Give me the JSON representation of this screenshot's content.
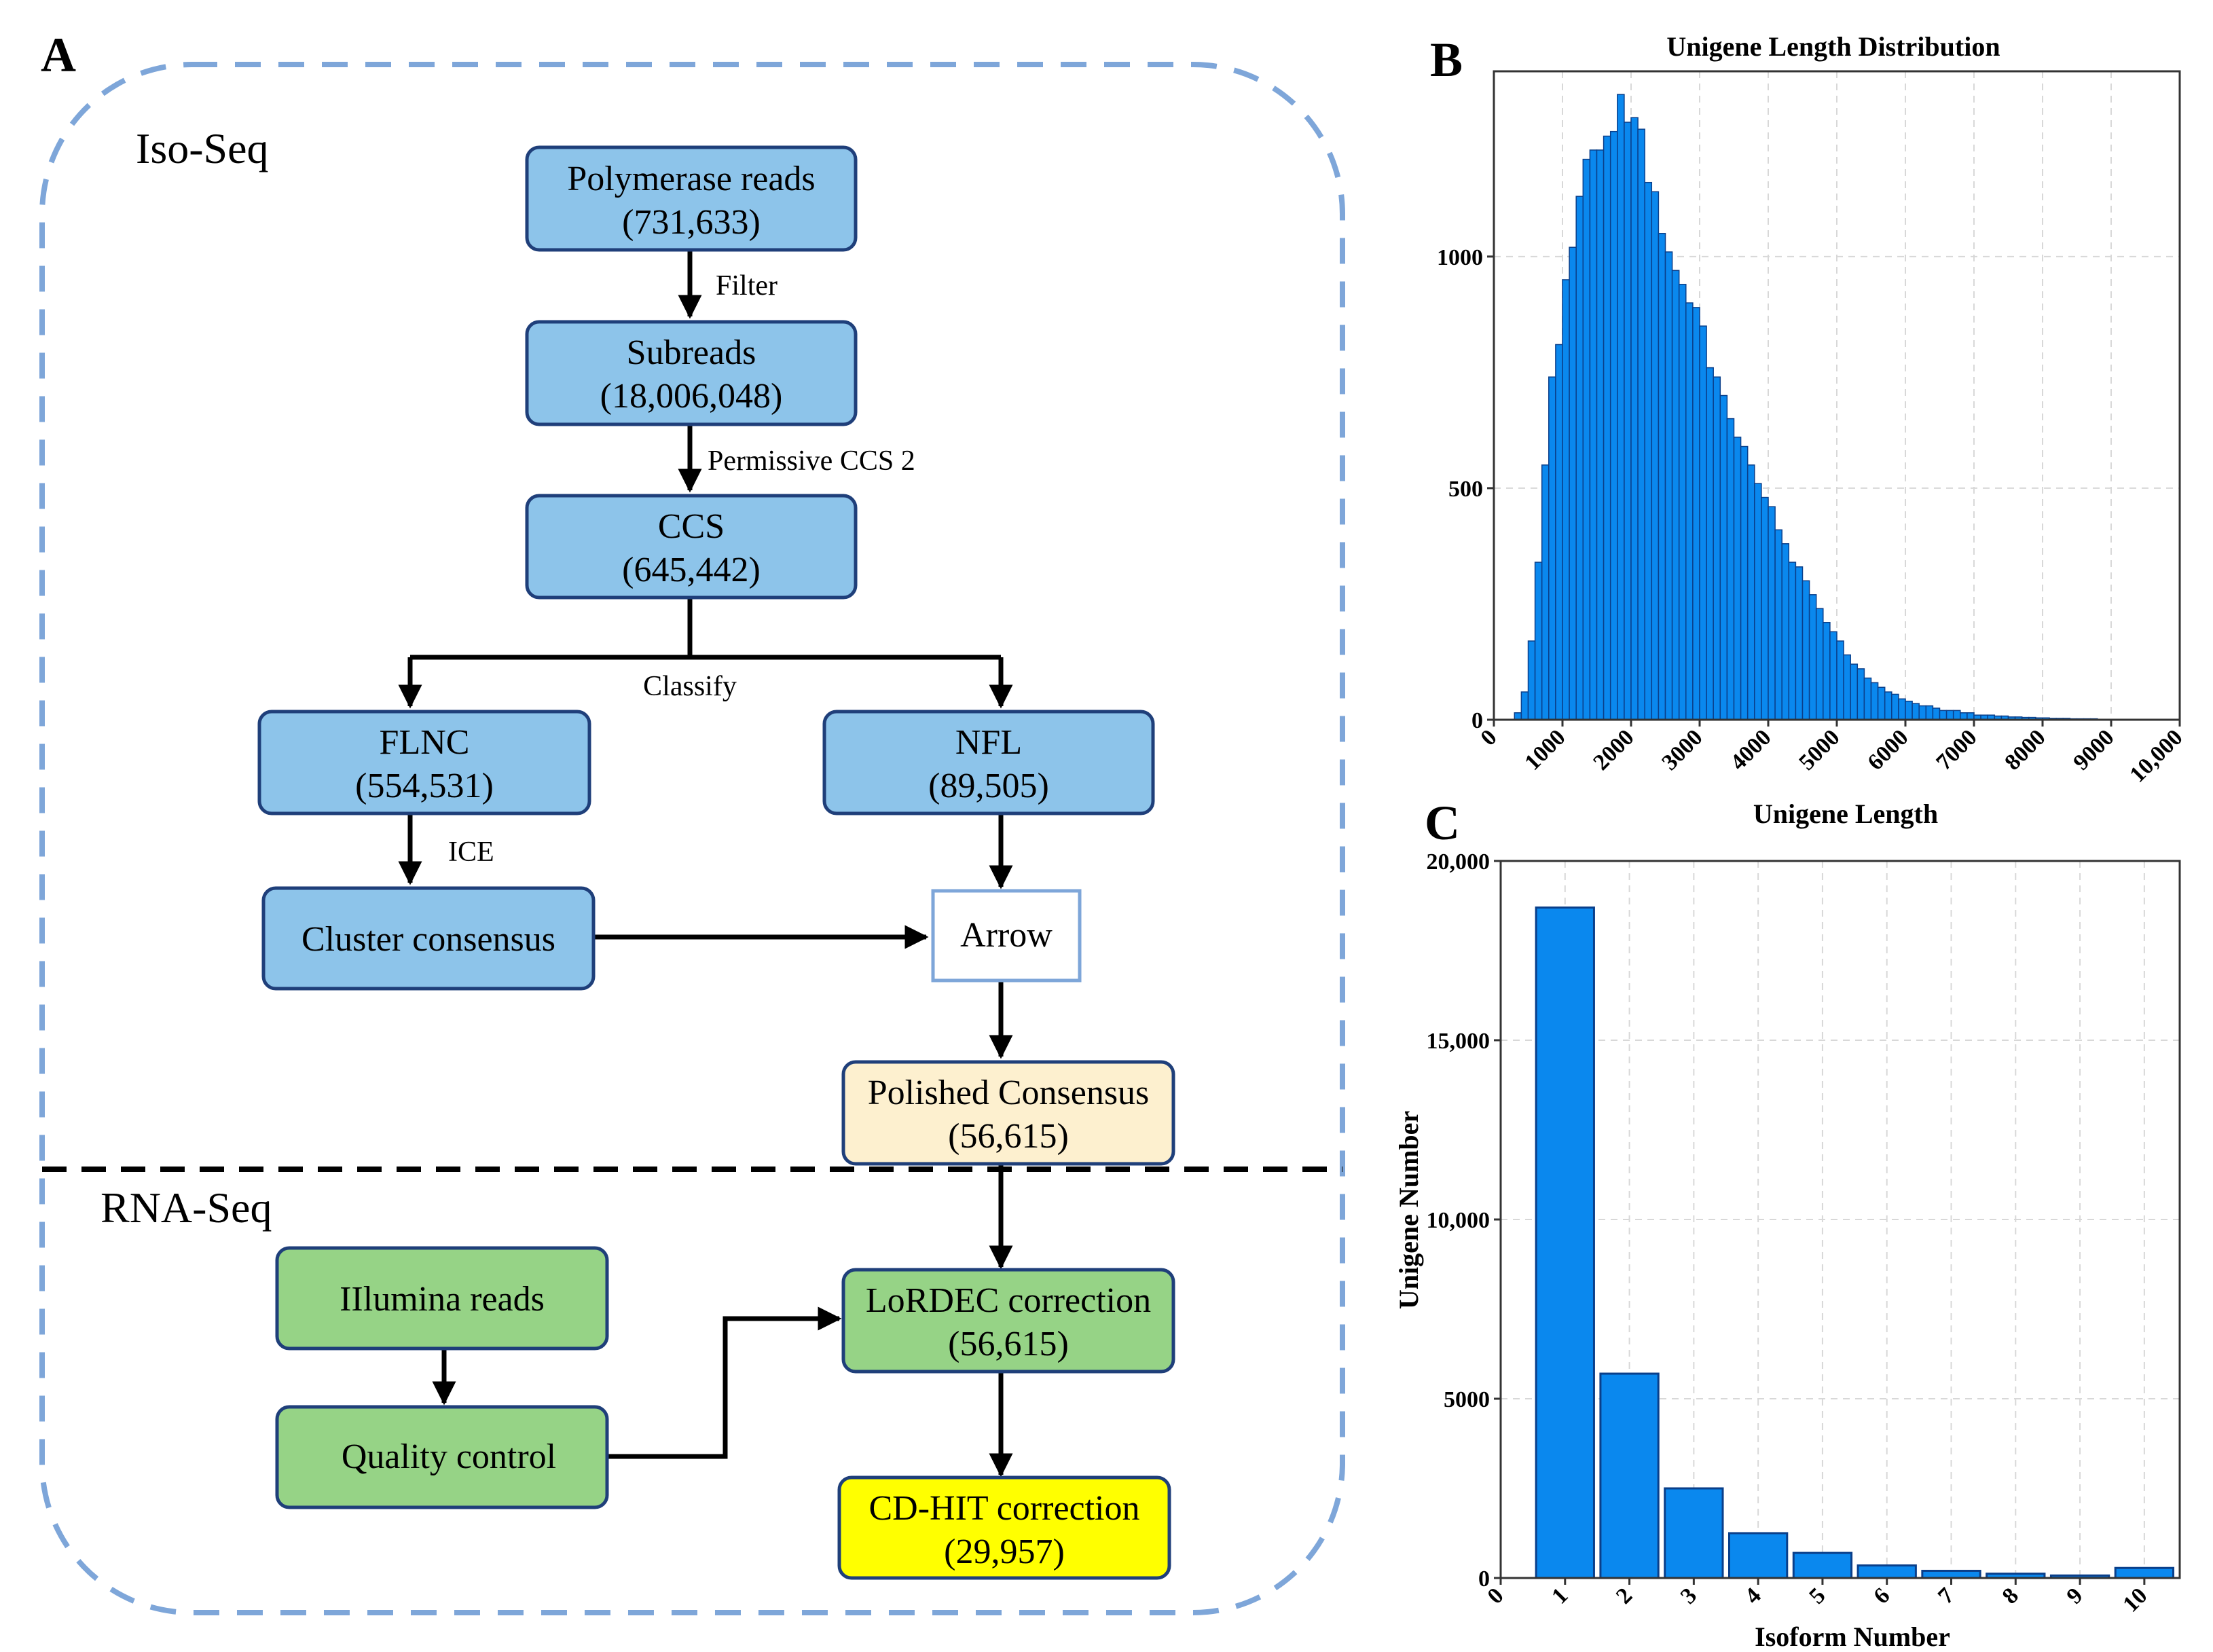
{
  "panel_letters": {
    "a": "A",
    "b": "B",
    "c": "C"
  },
  "flowchart": {
    "sections": {
      "iso_seq": "Iso-Seq",
      "rna_seq": "RNA-Seq"
    },
    "nodes": {
      "polymerase": {
        "line1": "Polymerase reads",
        "line2": "(731,633)",
        "fill": "#8dc4ea"
      },
      "subreads": {
        "line1": "Subreads",
        "line2": "(18,006,048)",
        "fill": "#8dc4ea"
      },
      "ccs": {
        "line1": "CCS",
        "line2": "(645,442)",
        "fill": "#8dc4ea"
      },
      "flnc": {
        "line1": "FLNC",
        "line2": "(554,531)",
        "fill": "#8dc4ea"
      },
      "nfl": {
        "line1": "NFL",
        "line2": "(89,505)",
        "fill": "#8dc4ea"
      },
      "cluster": {
        "line1": "Cluster consensus",
        "fill": "#8dc4ea"
      },
      "arrow": {
        "line1": "Arrow",
        "fill": "#ffffff"
      },
      "polished": {
        "line1": "Polished Consensus",
        "line2": "(56,615)",
        "fill": "#fdf0cf"
      },
      "illumina": {
        "line1": "IIlumina reads",
        "fill": "#96d386"
      },
      "qc": {
        "line1": "Quality control",
        "fill": "#96d386"
      },
      "lordec": {
        "line1": "LoRDEC correction",
        "line2": "(56,615)",
        "fill": "#96d386"
      },
      "cdhit": {
        "line1": "CD-HIT correction",
        "line2": "(29,957)",
        "fill": "#ffff00"
      }
    },
    "edge_labels": {
      "filter": "Filter",
      "permissive": "Permissive CCS 2",
      "classify": "Classify",
      "ice": "ICE"
    },
    "colors": {
      "box_border": "#1f3f7a",
      "dashed_outline": "#7ea6d9",
      "divider": "#000000"
    }
  },
  "chart_data": [
    {
      "type": "bar",
      "title": "Unigene Length Distribution",
      "xlabel": "Unigene Length",
      "ylabel": "",
      "xlim": [
        0,
        10000
      ],
      "ylim": [
        0,
        1400
      ],
      "bin_width": 100,
      "bin_start": 300,
      "x_ticks": [
        0,
        1000,
        2000,
        3000,
        4000,
        5000,
        6000,
        7000,
        8000,
        9000,
        10000
      ],
      "x_tick_labels": [
        "0",
        "1000",
        "2000",
        "3000",
        "4000",
        "5000",
        "6000",
        "7000",
        "8000",
        "9000",
        "10,000"
      ],
      "y_ticks": [
        0,
        500,
        1000
      ],
      "y_tick_labels": [
        "0",
        "500",
        "1000"
      ],
      "values": [
        15,
        60,
        170,
        340,
        550,
        740,
        810,
        950,
        1020,
        1130,
        1210,
        1230,
        1230,
        1260,
        1270,
        1350,
        1290,
        1300,
        1275,
        1160,
        1140,
        1050,
        1010,
        970,
        940,
        900,
        890,
        850,
        760,
        740,
        700,
        650,
        610,
        590,
        550,
        510,
        480,
        460,
        410,
        380,
        340,
        330,
        300,
        270,
        240,
        210,
        190,
        170,
        140,
        120,
        110,
        90,
        80,
        70,
        60,
        55,
        45,
        40,
        35,
        30,
        30,
        25,
        20,
        20,
        20,
        15,
        15,
        10,
        10,
        10,
        8,
        8,
        6,
        6,
        5,
        5,
        4,
        4,
        3,
        3,
        3,
        2,
        2,
        2,
        2,
        1,
        1,
        1,
        1,
        1,
        1,
        1,
        1,
        0,
        0,
        0,
        0
      ],
      "color": "#0a88ee",
      "edge_color": "#0a3f8a",
      "grid": true
    },
    {
      "type": "bar",
      "xlabel": "Isoform Number",
      "ylabel": "Unigene Number",
      "categories": [
        "1",
        "2",
        "3",
        "4",
        "5",
        "6",
        "7",
        "8",
        "9",
        "10"
      ],
      "values": [
        18700,
        5700,
        2500,
        1250,
        700,
        350,
        200,
        120,
        70,
        280
      ],
      "ylim": [
        0,
        20000
      ],
      "x_tick_labels": [
        "0",
        "1",
        "2",
        "3",
        "4",
        "5",
        "6",
        "7",
        "8",
        "9",
        "10"
      ],
      "y_ticks": [
        0,
        5000,
        10000,
        15000,
        20000
      ],
      "y_tick_labels": [
        "0",
        "5000",
        "10,000",
        "15,000",
        "20,000"
      ],
      "color": "#0a88ee",
      "edge_color": "#0a3f8a",
      "grid": true
    }
  ]
}
